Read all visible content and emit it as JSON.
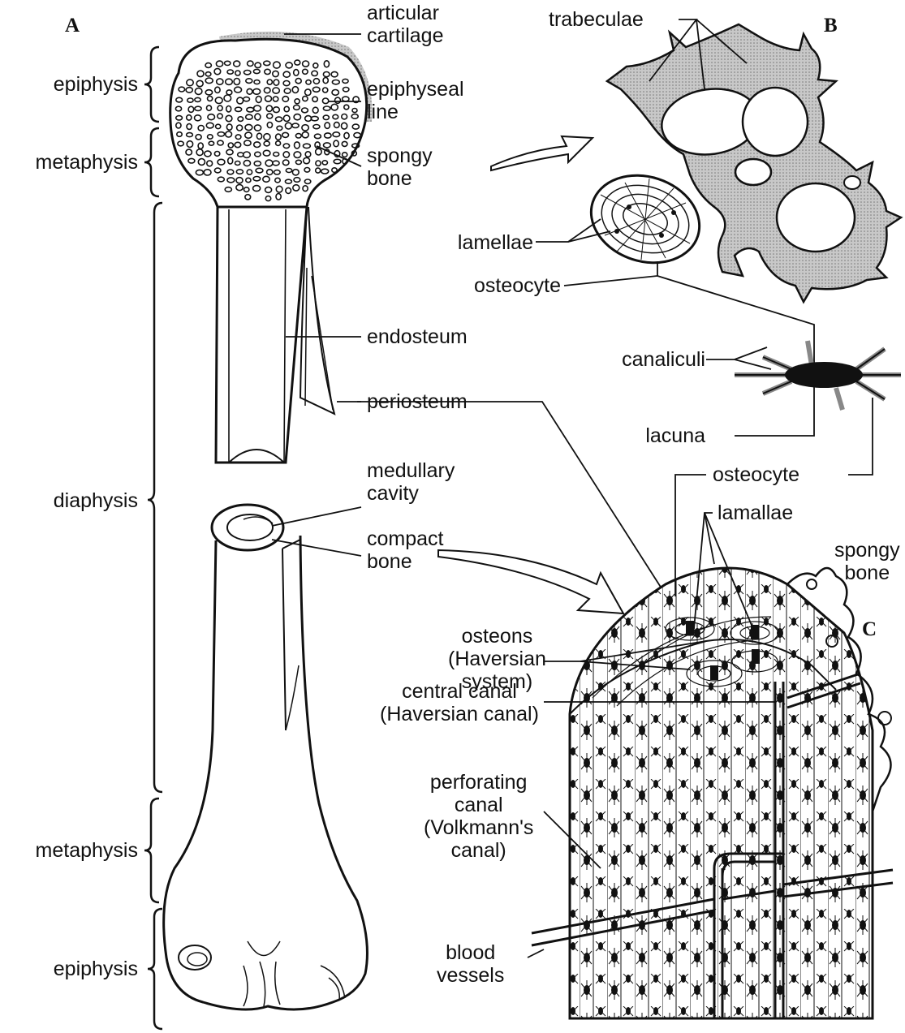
{
  "panels": {
    "a": "A",
    "b": "B",
    "c": "C"
  },
  "regions": {
    "epiphysis_top": "epiphysis",
    "metaphysis_top": "metaphysis",
    "diaphysis": "diaphysis",
    "metaphysis_bottom": "metaphysis",
    "epiphysis_bottom": "epiphysis"
  },
  "labels": {
    "articular_cartilage": "articular\ncartilage",
    "epiphyseal_line": "epiphyseal\nline",
    "spongy_bone": "spongy\nbone",
    "endosteum": "endosteum",
    "periosteum": "periosteum",
    "medullary_cavity": "medullary\ncavity",
    "compact_bone": "compact\nbone",
    "trabeculae": "trabeculae",
    "lamellae": "lamellae",
    "osteocyte_b": "osteocyte",
    "canaliculi": "canaliculi",
    "lacuna": "lacuna",
    "osteocyte_c": "osteocyte",
    "lamallae": "lamallae",
    "spongy_bone_c": "spongy\nbone",
    "osteons": "osteons\n(Haversian\nsystem)",
    "central_canal": "central canal\n(Haversian canal)",
    "perforating_canal": "perforating\ncanal\n(Volkmann's\ncanal)",
    "blood_vessels": "blood\nvessels"
  },
  "colors": {
    "ink": "#111111",
    "shade": "#b8b8b8",
    "paper": "#ffffff"
  }
}
